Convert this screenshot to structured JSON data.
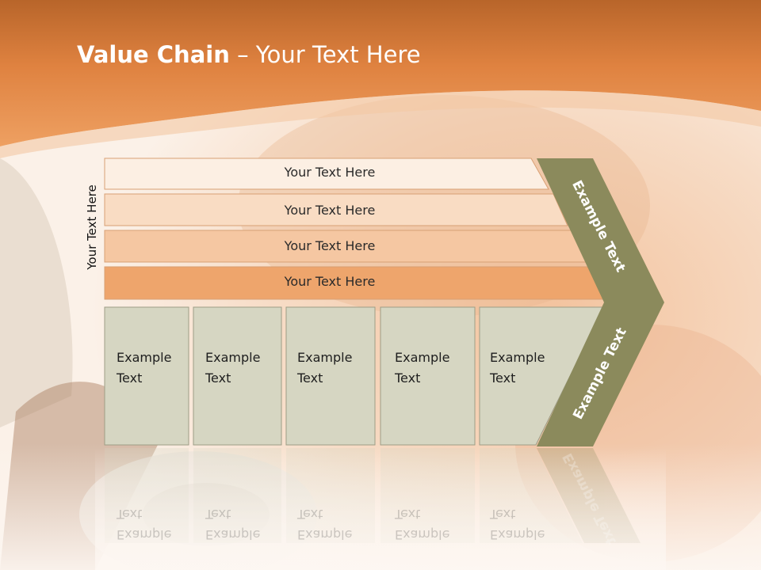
{
  "title": {
    "bold": "Value Chain",
    "rest": " – Your Text Here"
  },
  "side_label": "Your Text Here",
  "rows": [
    {
      "label": "Your Text Here"
    },
    {
      "label": "Your Text Here"
    },
    {
      "label": "Your Text Here"
    },
    {
      "label": "Your Text Here"
    }
  ],
  "columns": [
    {
      "line1": "Example",
      "line2": "Text"
    },
    {
      "line1": "Example",
      "line2": "Text"
    },
    {
      "line1": "Example",
      "line2": "Text"
    },
    {
      "line1": "Example",
      "line2": "Text"
    },
    {
      "line1": "Example",
      "line2": "Text"
    }
  ],
  "chevron": {
    "top_label": "Example Text",
    "bottom_label": "Example Text"
  },
  "colors": {
    "header_orange": "#e4843a",
    "row1": "#fcefe3",
    "row2": "#f9dcc3",
    "row3": "#f5c7a2",
    "row4": "#eea56c",
    "column_fill": "#d6d6c2",
    "chevron": "#8b8a5c"
  }
}
